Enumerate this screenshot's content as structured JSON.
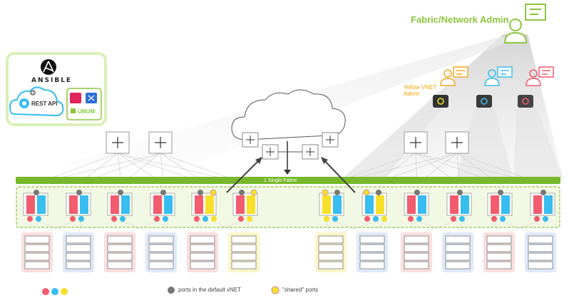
{
  "admin": {
    "title": "Fabric/Network Admin",
    "yellow_vnet_label": "Yellow VNET Admin"
  },
  "automation": {
    "ansible_label": "ANSIBLE",
    "rest_api_label": "REST API",
    "unum_label": "UNUM"
  },
  "fabric": {
    "label": "1 Single Fabric"
  },
  "legend": {
    "default_ports": "ports in the default vNET",
    "shared_ports": "\"shared\" ports"
  },
  "colors": {
    "green": "#8cc63f",
    "red": "#f25c6e",
    "blue": "#38bdf0",
    "yellow": "#f7e02a",
    "gray": "#777777"
  },
  "icons": [
    "ansible-icon",
    "gear-icon",
    "cloud-icon",
    "unum-icon",
    "person-icon",
    "router-icon",
    "switch-icon",
    "server-icon"
  ]
}
